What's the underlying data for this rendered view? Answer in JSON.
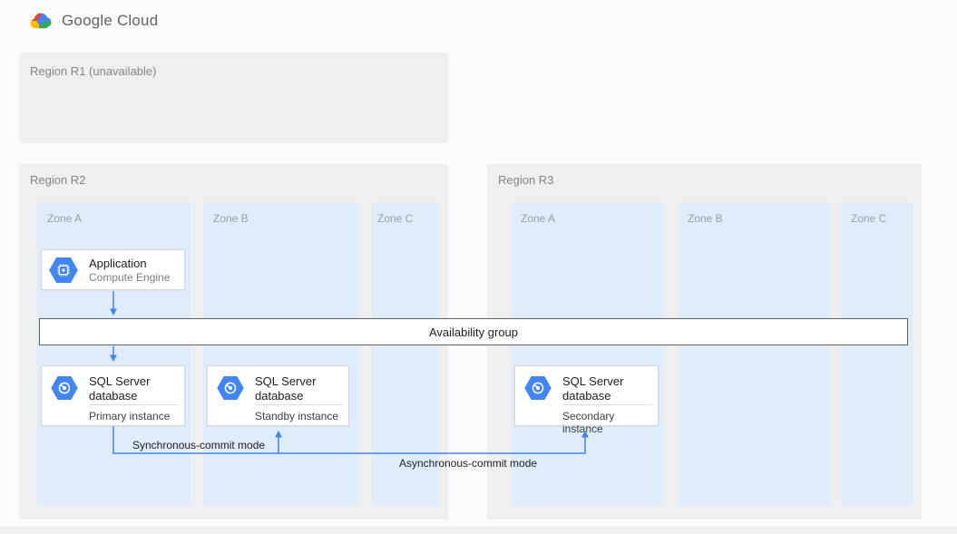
{
  "header": {
    "logo": {
      "icon": "google-cloud-logo-icon",
      "text": "Google Cloud"
    }
  },
  "regions": [
    {
      "label": "Region R1 (unavailable)",
      "zones": []
    },
    {
      "label": "Region R2",
      "zones": [
        {
          "label": "Zone A"
        },
        {
          "label": "Zone B"
        },
        {
          "label": "Zone C"
        }
      ]
    },
    {
      "label": "Region R3",
      "zones": [
        {
          "label": "Zone A"
        },
        {
          "label": "Zone B"
        },
        {
          "label": "Zone C"
        }
      ]
    }
  ],
  "nodes": {
    "application": {
      "title": "Application",
      "subtitle": "Compute Engine",
      "icon": "compute-engine-icon"
    },
    "availability_group": {
      "label": "Availability group"
    },
    "sql_primary": {
      "title": "SQL Server database",
      "instance": "Primary instance",
      "icon": "cloud-sql-icon"
    },
    "sql_standby": {
      "title": "SQL Server database",
      "instance": "Standby instance",
      "icon": "cloud-sql-icon"
    },
    "sql_secondary": {
      "title": "SQL Server database",
      "instance": "Secondary instance",
      "icon": "cloud-sql-icon"
    }
  },
  "edges": {
    "sync_label": "Synchronous-commit mode",
    "async_label": "Asynchronous-commit mode"
  },
  "colors": {
    "arrow_blue": "#4285f4",
    "hexagon_blue": "#4285f4",
    "region_fill": "#efefef",
    "zone_fill": "#dfecf9",
    "availability_border": "#616161",
    "logo_red": "#ea4335",
    "logo_yellow": "#fbbc05",
    "logo_green": "#34a853",
    "logo_blue": "#4285f4"
  }
}
